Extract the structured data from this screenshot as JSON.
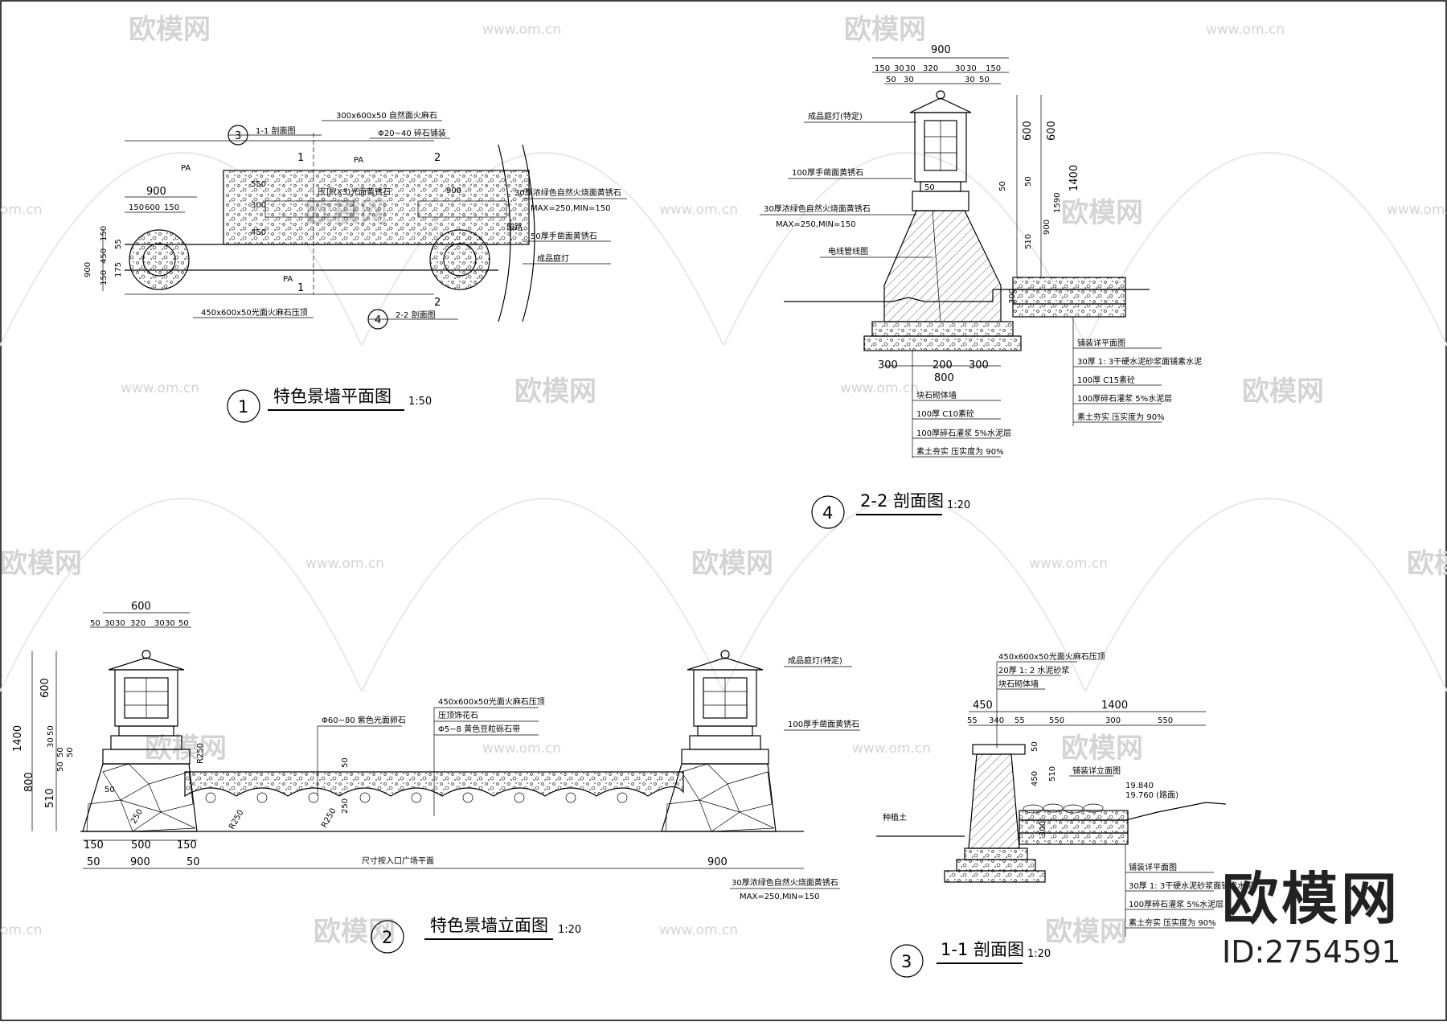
{
  "watermarks": {
    "brand": "欧模网",
    "url": "www.om.cn",
    "url_partial": "om.cn",
    "brand_partial": "欧模网"
  },
  "brand_mark": {
    "name": "欧模网",
    "id": "ID:2754591"
  },
  "plan": {
    "title": "特色景墙平面图",
    "scale": "1:50",
    "number": "1",
    "pa1": "PA",
    "pa2": "PA",
    "pa3": "PA",
    "sec_1": "1",
    "sec_1b": "1",
    "sec_2": "2",
    "sec_2b": "2",
    "ref3": "3",
    "ref3_label": "1-1 剖面图",
    "ref4": "4",
    "ref4_label": "2-2 剖面图",
    "note_top1": "300x600x50 自然面火麻石",
    "note_top2": "Φ20~40 碎石铺装",
    "note_r1": "30厚浓绿色自然火烧面黄锈石",
    "note_r2": "MAX=250,MIN=150",
    "note_r3": "50厚手凿面黄锈石",
    "note_r4": "成品庭灯",
    "note_road": "园路",
    "note_bot": "450x600x50光面火麻石压顶",
    "note_mid": "压顶(X3)光面黄锈石",
    "dims": {
      "d900": "900",
      "d150a": "150",
      "d600": "600",
      "d150b": "150",
      "d550": "550",
      "d300": "300",
      "d450": "450",
      "d900r": "900",
      "v900": "900",
      "v150": "150",
      "v450": "450",
      "v150b": "150",
      "v175": "175",
      "v55": "55"
    }
  },
  "section22": {
    "title": "2-2 剖面图",
    "scale": "1:20",
    "number": "4",
    "top": {
      "total": "900",
      "a": "150",
      "b": "30",
      "c": "30",
      "d": "320",
      "e": "30",
      "f": "30",
      "g": "150",
      "s1": "50",
      "s2": "30",
      "s3": "30",
      "s4": "50"
    },
    "right": {
      "a": "600",
      "b": "600",
      "c": "1400",
      "d": "900",
      "e": "510",
      "f": "50",
      "g": "50",
      "h": "300",
      "s": "1590",
      "s2": "50"
    },
    "bottom": {
      "a": "300",
      "b": "200",
      "c": "300",
      "total": "800"
    },
    "labels_left": [
      "成品庭灯(特定)",
      "100厚手凿面黄锈石",
      "30厚浓绿色自然火烧面黄锈石",
      "MAX=250,MIN=150",
      "电线管线图"
    ],
    "layers_bottom": [
      "块石砌体墙",
      "100厚 C10素砼",
      "100厚碎石灌浆   5%水泥层",
      "素土夯实   压实度为 90%"
    ],
    "layers_right": [
      "铺装详平面图",
      "30厚 1: 3干硬水泥砂浆面铺素水泥",
      "100厚 C15素砼",
      "100厚碎石灌浆   5%水泥层",
      "素土夯实   压实度为 90%"
    ]
  },
  "elevation": {
    "title": "特色景墙立面图",
    "scale": "1:20",
    "number": "2",
    "top": {
      "total": "600",
      "a": "50",
      "b": "30",
      "c": "30",
      "d": "320",
      "e": "30",
      "f": "30",
      "g": "50"
    },
    "left": {
      "total": "1400",
      "a": "600",
      "b": "800",
      "c": "510",
      "d": "50",
      "e": "30",
      "f": "50",
      "g": "50",
      "h": "50"
    },
    "bottom": {
      "a": "150",
      "b": "500",
      "c": "150",
      "d": "50",
      "e": "900",
      "f": "50",
      "g": "900"
    },
    "mid": {
      "d50": "50",
      "d250": "250",
      "r250a": "R250",
      "r250b": "R250",
      "r250c": "R250",
      "d250v": "250",
      "d50v": "50"
    },
    "labels": [
      "450x600x50光面火麻石压顶",
      "压顶饰花石",
      "Φ5~8 黄色豆粒砾石带",
      "Φ60~80 紫色光面卵石",
      "成品庭灯(特定)",
      "100厚手凿面黄锈石",
      "30厚浓绿色自然火烧面黄锈石",
      "MAX=250,MIN=150",
      "尺寸按入口广场平面"
    ]
  },
  "section11": {
    "title": "1-1 剖面图",
    "scale": "1:20",
    "number": "3",
    "top_labels": [
      "450x600x50光面火麻石压顶",
      "20厚 1: 2 水泥砂浆",
      "块石砌体墙"
    ],
    "dims": {
      "total": "1400",
      "a": "450",
      "b": "55",
      "c": "340",
      "d": "55",
      "e": "550",
      "f": "300",
      "g": "550",
      "v50": "50",
      "v450": "450",
      "v510": "510",
      "v300": "300"
    },
    "labels": [
      "铺装详立面图",
      "19.840",
      "19.760 (路面)",
      "种植土"
    ],
    "layers": [
      "铺装详平面图",
      "30厚 1: 3干硬水泥砂浆面铺素水泥",
      "100厚碎石灌浆   5%水泥层",
      "素土夯实   压实度为 90%"
    ]
  }
}
